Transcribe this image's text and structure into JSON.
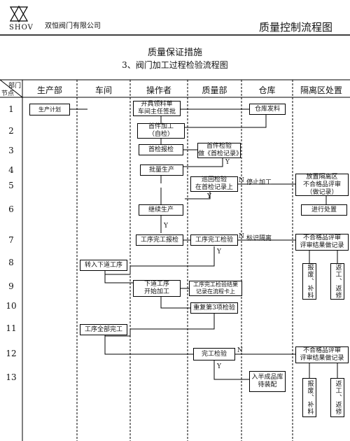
{
  "header": {
    "logo_text": "SHOV",
    "company": "双恒阀门有限公司",
    "doc_title": "质量控制流程图"
  },
  "titles": {
    "main": "质量保证措施",
    "sub": "3、阀门加工过程检验流程图"
  },
  "corner": {
    "top": "部门",
    "bottom": "节点"
  },
  "columns": [
    "生产部",
    "车间",
    "操作者",
    "质量部",
    "仓库",
    "隔离区处置"
  ],
  "rows": [
    "1",
    "2",
    "3",
    "4",
    "5",
    "6",
    "7",
    "8",
    "9",
    "10",
    "11",
    "12",
    "13"
  ],
  "boxes": {
    "plan": "生产计划",
    "issue": "开具领料单\n车间主任签批",
    "warehouse_issue": "仓库发料",
    "first_process": "首件加工\n（自检）",
    "first_report": "首检报检",
    "first_inspect": "首件检验\n做《首检记录》",
    "mass_prod": "批量生产",
    "patrol": "巡回检验\n在首检记录上",
    "isolate": "放置隔离区\n不合格品评审\n（做记录）",
    "continue": "继续生产",
    "handle": "进行处置",
    "proc_report": "工序完工报检",
    "proc_inspect": "工序完工检验",
    "review1": "不合格品评审\n评审结果做记录",
    "scrap1": "报废、补料",
    "rework1": "返工、返修",
    "next_transfer": "转入下道工序",
    "next_start": "下道工序\n开始加工",
    "proc_result": "工序完工检验结果\n记录在流程卡上",
    "repeat": "重复第3项检验",
    "all_done": "工序全部完工",
    "final_inspect": "完工检验",
    "review2": "不合格品评审\n评审结果做记录",
    "store": "入半成品库\n待装配",
    "scrap2": "报废、补料",
    "rework2": "返工、返修"
  },
  "labels": {
    "y1": "Y",
    "n1": "N",
    "stop": "停止加工",
    "y2": "Y",
    "y3": "Y",
    "n2": "N",
    "mark": "标识隔离",
    "y4": "Y",
    "n3": "N",
    "y5": "Y"
  }
}
